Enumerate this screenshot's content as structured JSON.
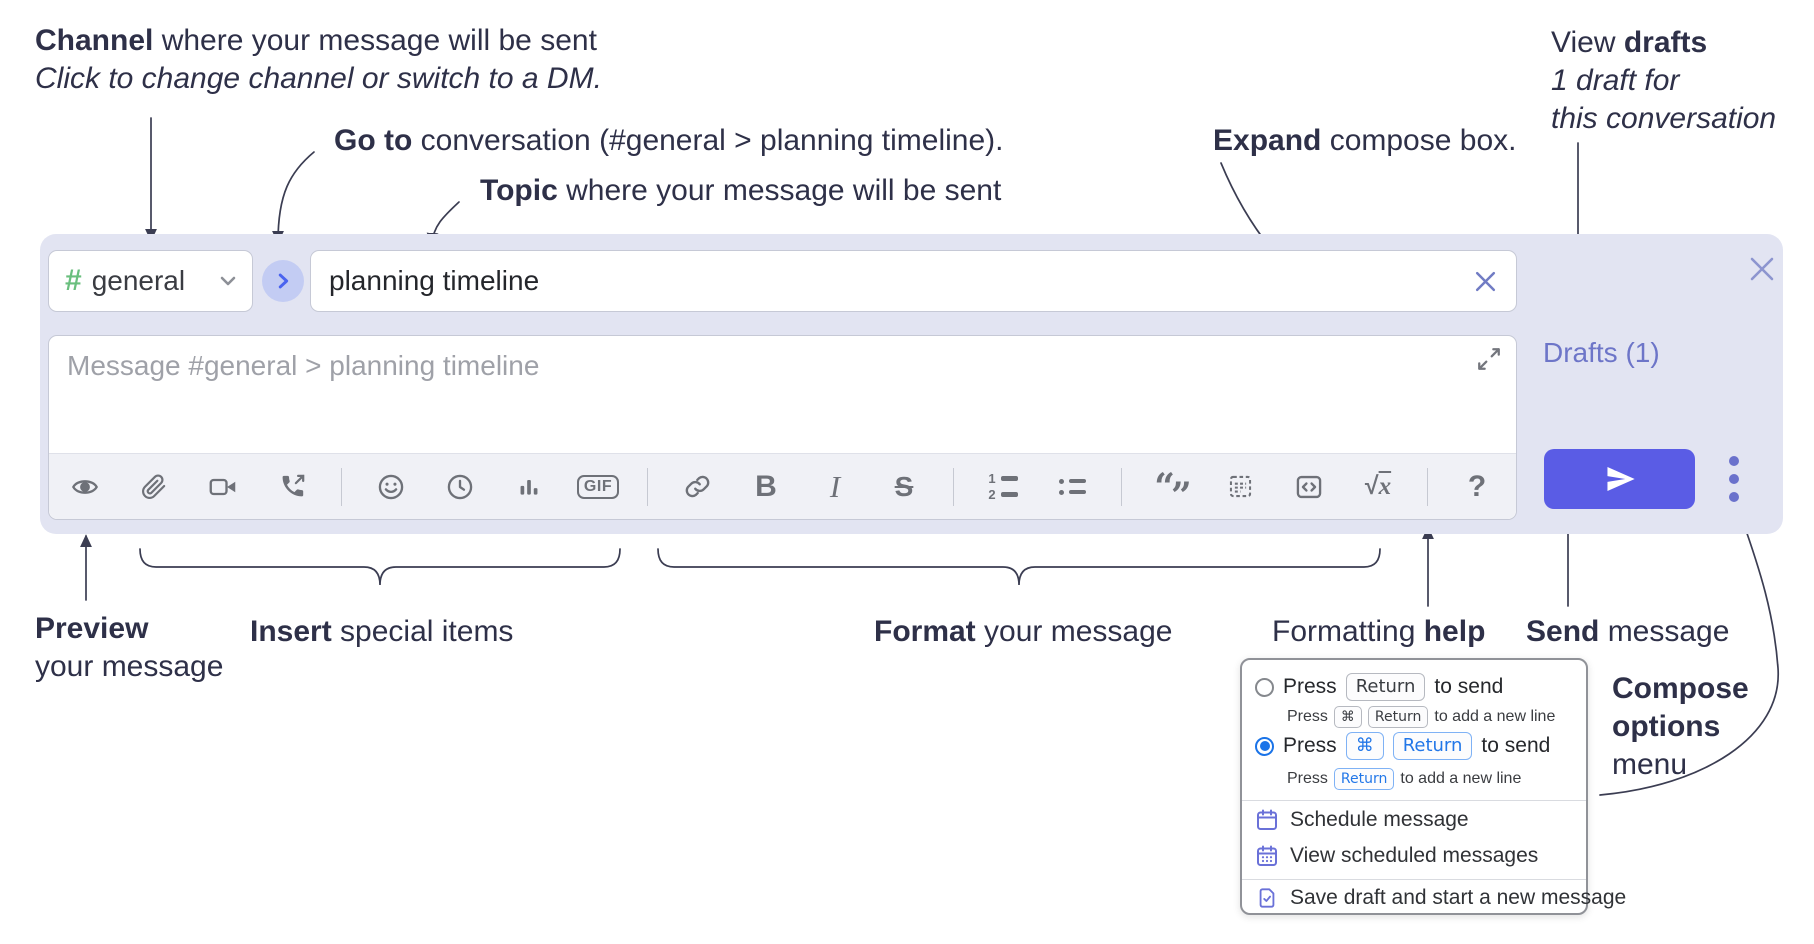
{
  "annotations": {
    "channel_bold": "Channel",
    "channel_rest": " where your message will be sent",
    "channel_italic": "Click to change channel or switch to a DM.",
    "goto_bold": "Go to",
    "goto_rest": " conversation (#general > planning timeline).",
    "topic_bold": "Topic",
    "topic_rest": " where your message will be sent",
    "expand_bold": "Expand",
    "expand_rest": " compose box.",
    "drafts_pre": "View ",
    "drafts_bold": "drafts",
    "drafts_italic1": "1 draft for",
    "drafts_italic2": "this conversation",
    "preview_bold": "Preview",
    "preview_rest": "your message",
    "insert_bold": "Insert",
    "insert_rest": " special items",
    "format_bold": "Format",
    "format_rest": " your message",
    "help_pre": "Formatting ",
    "help_bold": "help",
    "send_bold": "Send",
    "send_rest": " message",
    "compose_options_line1": "Compose",
    "compose_options_line2": "options",
    "compose_options_line3": "menu"
  },
  "compose": {
    "channel_hash": "#",
    "channel_name": "general",
    "topic_value": "planning timeline",
    "message_placeholder": "Message #general > planning timeline",
    "drafts_link": "Drafts (1)"
  },
  "toolbar": {
    "icons": [
      "preview-eye",
      "attach-paperclip",
      "video-call",
      "voice-call",
      "emoji",
      "schedule-time",
      "poll",
      "gif",
      "link",
      "bold",
      "italic",
      "strikethrough",
      "numbered-list",
      "bulleted-list",
      "quote",
      "spoiler",
      "code",
      "math",
      "help"
    ],
    "glyphs": {
      "bold": "B",
      "italic": "I",
      "strike": "S",
      "gif": "GIF",
      "sqrt": "√",
      "math_x": "x",
      "help": "?",
      "num1": "1",
      "num2": "2",
      "quote_open": "“",
      "quote_close": "”"
    }
  },
  "popup": {
    "option1": {
      "press": "Press",
      "key": "Return",
      "after": "to send"
    },
    "option1_sub": {
      "press": "Press",
      "key1": "⌘",
      "key2": "Return",
      "after": "to add a new line"
    },
    "option2": {
      "press": "Press",
      "key1": "⌘",
      "key2": "Return",
      "after": "to send"
    },
    "option2_sub": {
      "press": "Press",
      "key": "Return",
      "after": "to add a new line"
    },
    "menu_items": [
      "Schedule message",
      "View scheduled messages",
      "Save draft and start a new message"
    ]
  },
  "colors": {
    "compose_background": "#e2e4f2",
    "accent_send_button": "#5a5ce5",
    "drafts_link": "#6d75c8",
    "channel_hash_green": "#6abf7e",
    "goto_chevron_blue": "#4a63ef",
    "radio_selected_blue": "#1a73e8",
    "annotation_text": "#2e3048",
    "toolbar_icon_gray": "#6e7178",
    "menu_icon_purple": "#6a71d8"
  }
}
